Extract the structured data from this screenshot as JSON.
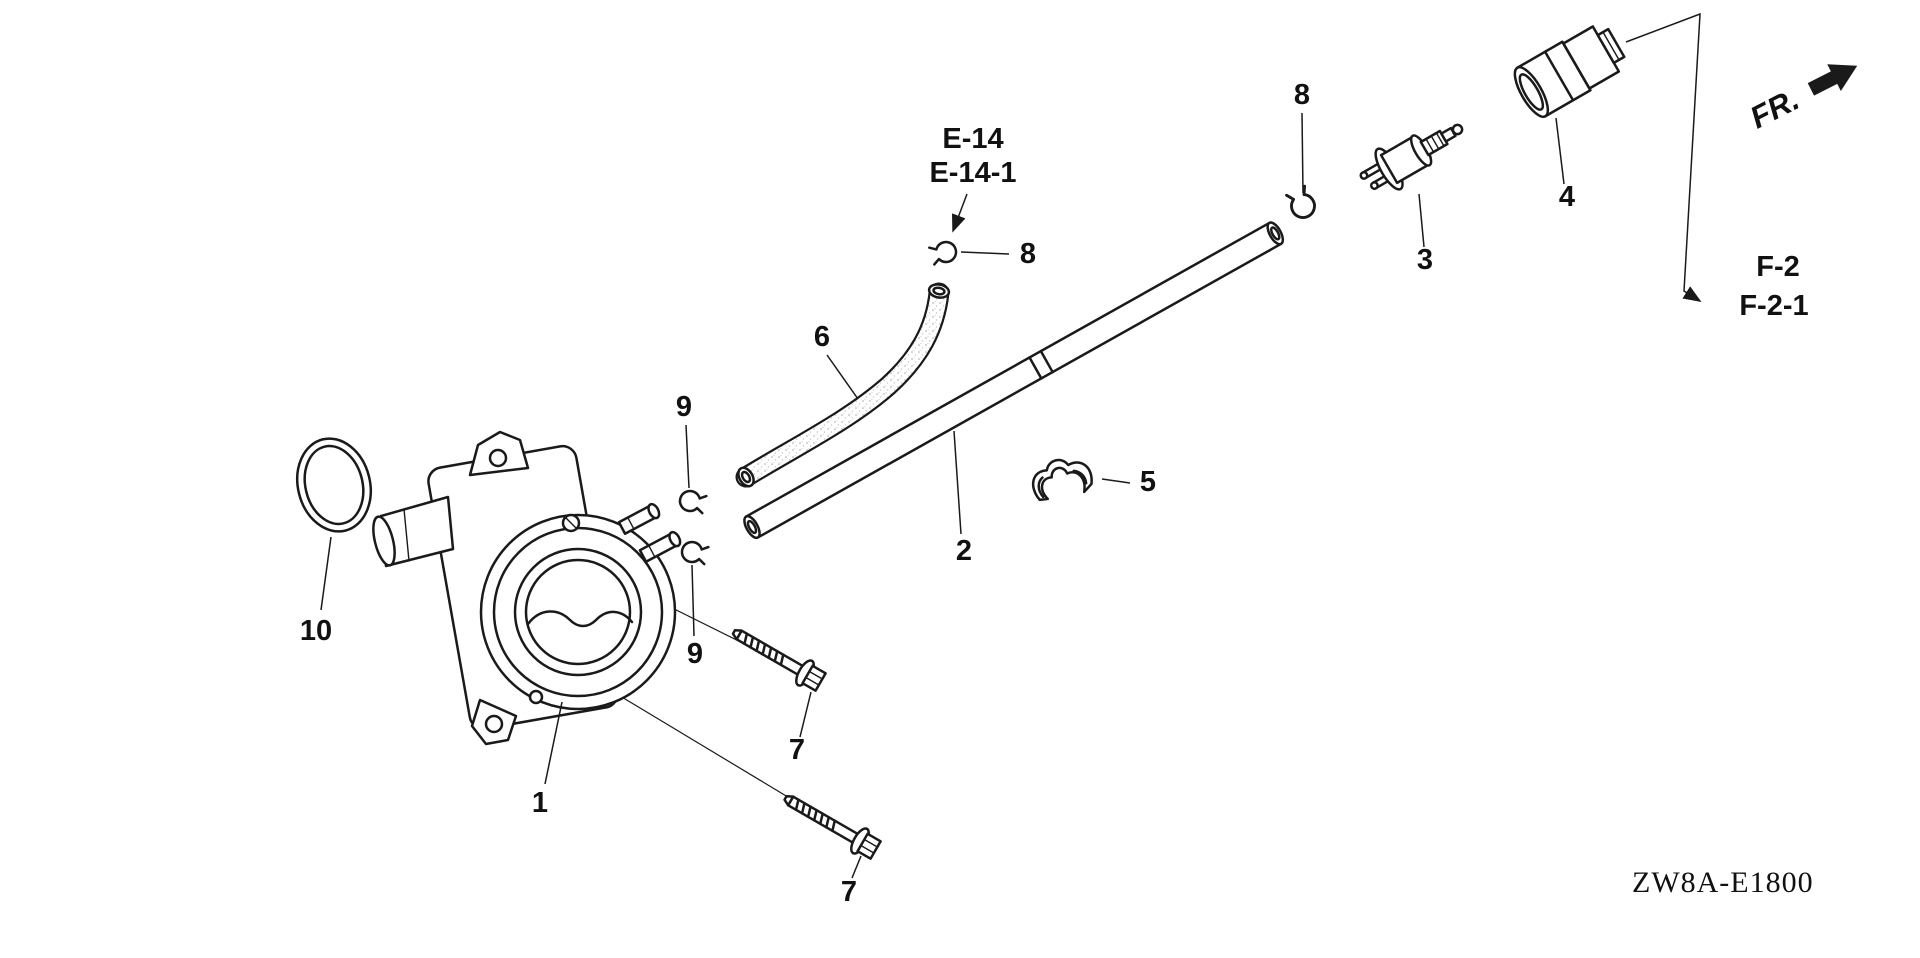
{
  "diagram": {
    "colors": {
      "ink": "#1a1a1a",
      "bg": "#ffffff"
    },
    "code": "ZW8A-E1800",
    "fr_label": "FR.",
    "refs": {
      "e14_line1": "E-14",
      "e14_line2": "E-14-1",
      "f2_line1": "F-2",
      "f2_line2": "F-2-1"
    },
    "labels": {
      "n1": "1",
      "n2": "2",
      "n3": "3",
      "n4": "4",
      "n5": "5",
      "n6": "6",
      "n7": "7",
      "n8": "8",
      "n9": "9",
      "n10": "10"
    }
  }
}
